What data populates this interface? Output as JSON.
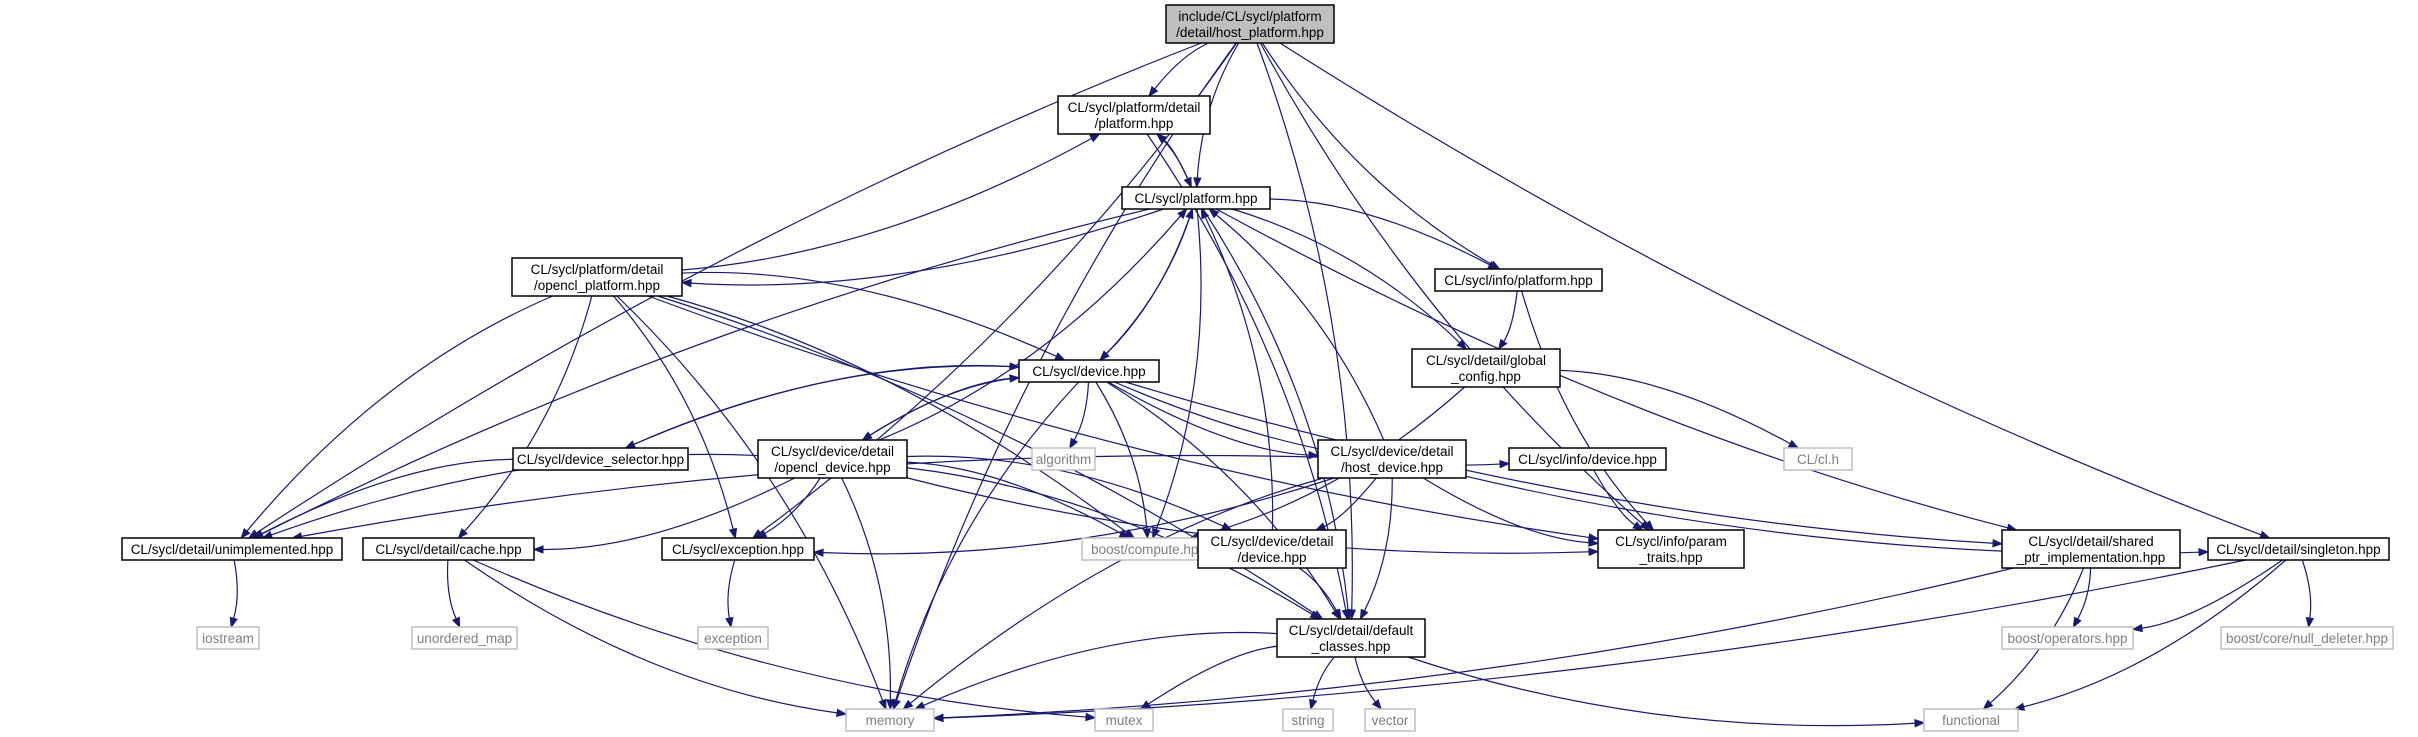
{
  "diagram": {
    "kind": "include-dependency-graph",
    "colors": {
      "edge": "#191970",
      "root_fill": "#bfbfbf",
      "ext_border": "#bfbfbf",
      "ext_text": "#7f7f7f"
    },
    "nodes": [
      {
        "id": "host_platform",
        "label": [
          "include/CL/sycl/platform",
          "/detail/host_platform.hpp"
        ],
        "root": true
      },
      {
        "id": "platform_detail",
        "label": [
          "CL/sycl/platform/detail",
          "/platform.hpp"
        ]
      },
      {
        "id": "platform",
        "label": [
          "CL/sycl/platform.hpp"
        ]
      },
      {
        "id": "opencl_platform",
        "label": [
          "CL/sycl/platform/detail",
          "/opencl_platform.hpp"
        ]
      },
      {
        "id": "info_platform",
        "label": [
          "CL/sycl/info/platform.hpp"
        ]
      },
      {
        "id": "global_config",
        "label": [
          "CL/sycl/detail/global",
          "_config.hpp"
        ]
      },
      {
        "id": "device",
        "label": [
          "CL/sycl/device.hpp"
        ]
      },
      {
        "id": "device_selector",
        "label": [
          "CL/sycl/device_selector.hpp"
        ]
      },
      {
        "id": "opencl_device",
        "label": [
          "CL/sycl/device/detail",
          "/opencl_device.hpp"
        ]
      },
      {
        "id": "algorithm",
        "label": [
          "algorithm"
        ],
        "ext": true
      },
      {
        "id": "host_device",
        "label": [
          "CL/sycl/device/detail",
          "/host_device.hpp"
        ]
      },
      {
        "id": "info_device",
        "label": [
          "CL/sycl/info/device.hpp"
        ]
      },
      {
        "id": "cl_h",
        "label": [
          "CL/cl.h"
        ],
        "ext": true
      },
      {
        "id": "unimplemented",
        "label": [
          "CL/sycl/detail/unimplemented.hpp"
        ]
      },
      {
        "id": "cache",
        "label": [
          "CL/sycl/detail/cache.hpp"
        ]
      },
      {
        "id": "exception",
        "label": [
          "CL/sycl/exception.hpp"
        ]
      },
      {
        "id": "boost_compute",
        "label": [
          "boost/compute.hpp"
        ],
        "ext": true
      },
      {
        "id": "device_detail",
        "label": [
          "CL/sycl/device/detail",
          "/device.hpp"
        ]
      },
      {
        "id": "param_traits",
        "label": [
          "CL/sycl/info/param",
          "_traits.hpp"
        ]
      },
      {
        "id": "shared_ptr",
        "label": [
          "CL/sycl/detail/shared",
          "_ptr_implementation.hpp"
        ]
      },
      {
        "id": "singleton",
        "label": [
          "CL/sycl/detail/singleton.hpp"
        ]
      },
      {
        "id": "iostream",
        "label": [
          "iostream"
        ],
        "ext": true
      },
      {
        "id": "unordered_map",
        "label": [
          "unordered_map"
        ],
        "ext": true
      },
      {
        "id": "exception_std",
        "label": [
          "exception"
        ],
        "ext": true
      },
      {
        "id": "default_classes",
        "label": [
          "CL/sycl/detail/default",
          "_classes.hpp"
        ]
      },
      {
        "id": "boost_operators",
        "label": [
          "boost/operators.hpp"
        ],
        "ext": true
      },
      {
        "id": "null_deleter",
        "label": [
          "boost/core/null_deleter.hpp"
        ],
        "ext": true
      },
      {
        "id": "memory",
        "label": [
          "memory"
        ],
        "ext": true
      },
      {
        "id": "mutex",
        "label": [
          "mutex"
        ],
        "ext": true
      },
      {
        "id": "string",
        "label": [
          "string"
        ],
        "ext": true
      },
      {
        "id": "vector",
        "label": [
          "vector"
        ],
        "ext": true
      },
      {
        "id": "functional",
        "label": [
          "functional"
        ],
        "ext": true
      }
    ],
    "edges": [
      [
        "host_platform",
        "platform_detail"
      ],
      [
        "host_platform",
        "platform"
      ],
      [
        "host_platform",
        "info_platform"
      ],
      [
        "host_platform",
        "unimplemented"
      ],
      [
        "host_platform",
        "exception"
      ],
      [
        "host_platform",
        "param_traits"
      ],
      [
        "host_platform",
        "default_classes"
      ],
      [
        "host_platform",
        "singleton"
      ],
      [
        "host_platform",
        "memory"
      ],
      [
        "platform_detail",
        "platform"
      ],
      [
        "platform_detail",
        "default_classes"
      ],
      [
        "platform",
        "platform_detail"
      ],
      [
        "platform",
        "opencl_platform"
      ],
      [
        "platform",
        "info_platform"
      ],
      [
        "platform",
        "global_config"
      ],
      [
        "platform",
        "device"
      ],
      [
        "platform",
        "unimplemented"
      ],
      [
        "platform",
        "boost_compute"
      ],
      [
        "platform",
        "default_classes"
      ],
      [
        "platform",
        "shared_ptr"
      ],
      [
        "opencl_platform",
        "platform_detail"
      ],
      [
        "opencl_platform",
        "device"
      ],
      [
        "opencl_platform",
        "unimplemented"
      ],
      [
        "opencl_platform",
        "cache"
      ],
      [
        "opencl_platform",
        "exception"
      ],
      [
        "opencl_platform",
        "boost_compute"
      ],
      [
        "opencl_platform",
        "param_traits"
      ],
      [
        "opencl_platform",
        "memory"
      ],
      [
        "opencl_platform",
        "default_classes"
      ],
      [
        "info_platform",
        "global_config"
      ],
      [
        "info_platform",
        "param_traits"
      ],
      [
        "global_config",
        "cl_h"
      ],
      [
        "global_config",
        "boost_compute"
      ],
      [
        "device",
        "platform"
      ],
      [
        "device",
        "device_selector"
      ],
      [
        "device",
        "opencl_device"
      ],
      [
        "device",
        "algorithm"
      ],
      [
        "device",
        "host_device"
      ],
      [
        "device",
        "info_device"
      ],
      [
        "device",
        "boost_compute"
      ],
      [
        "device",
        "default_classes"
      ],
      [
        "device",
        "shared_ptr"
      ],
      [
        "device",
        "memory"
      ],
      [
        "device_selector",
        "device"
      ],
      [
        "device_selector",
        "unimplemented"
      ],
      [
        "opencl_device",
        "platform"
      ],
      [
        "opencl_device",
        "device"
      ],
      [
        "opencl_device",
        "unimplemented"
      ],
      [
        "opencl_device",
        "cache"
      ],
      [
        "opencl_device",
        "exception"
      ],
      [
        "opencl_device",
        "boost_compute"
      ],
      [
        "opencl_device",
        "device_detail"
      ],
      [
        "opencl_device",
        "param_traits"
      ],
      [
        "opencl_device",
        "default_classes"
      ],
      [
        "opencl_device",
        "memory"
      ],
      [
        "host_device",
        "platform"
      ],
      [
        "host_device",
        "unimplemented"
      ],
      [
        "host_device",
        "exception"
      ],
      [
        "host_device",
        "device_detail"
      ],
      [
        "host_device",
        "param_traits"
      ],
      [
        "host_device",
        "singleton"
      ],
      [
        "host_device",
        "default_classes"
      ],
      [
        "host_device",
        "memory"
      ],
      [
        "info_device",
        "param_traits"
      ],
      [
        "unimplemented",
        "iostream"
      ],
      [
        "cache",
        "unordered_map"
      ],
      [
        "cache",
        "memory"
      ],
      [
        "cache",
        "mutex"
      ],
      [
        "exception",
        "exception_std"
      ],
      [
        "device_detail",
        "platform"
      ],
      [
        "device_detail",
        "default_classes"
      ],
      [
        "shared_ptr",
        "boost_operators"
      ],
      [
        "shared_ptr",
        "functional"
      ],
      [
        "shared_ptr",
        "memory"
      ],
      [
        "singleton",
        "boost_operators"
      ],
      [
        "singleton",
        "null_deleter"
      ],
      [
        "singleton",
        "memory"
      ],
      [
        "singleton",
        "functional"
      ],
      [
        "default_classes",
        "memory"
      ],
      [
        "default_classes",
        "mutex"
      ],
      [
        "default_classes",
        "string"
      ],
      [
        "default_classes",
        "vector"
      ],
      [
        "default_classes",
        "functional"
      ]
    ]
  }
}
